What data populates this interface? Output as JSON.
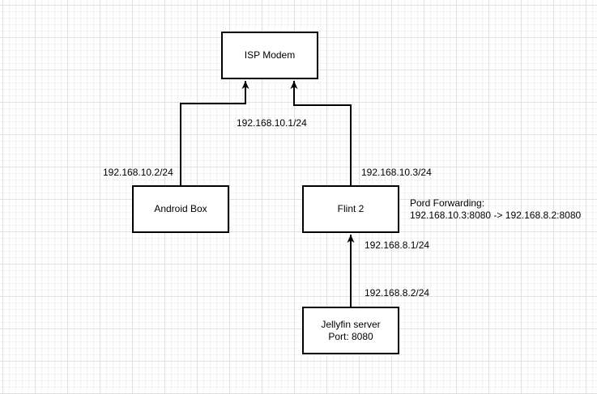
{
  "diagram": {
    "nodes": {
      "isp_modem": {
        "label": "ISP Modem"
      },
      "android_box": {
        "label": "Android Box"
      },
      "flint2": {
        "label": "Flint 2"
      },
      "jellyfin": {
        "label": "Jellyfin server",
        "sublabel": "Port: 8080"
      }
    },
    "edge_labels": {
      "modem_lan": "192.168.10.1/24",
      "android_wan": "192.168.10.2/24",
      "flint_wan": "192.168.10.3/24",
      "flint_lan": "192.168.8.1/24",
      "jellyfin_ip": "192.168.8.2/24"
    },
    "annotations": {
      "port_forwarding_title": "Pord Forwarding:",
      "port_forwarding_rule": "192.168.10.3:8080 -> 192.168.8.2:8080"
    },
    "colors": {
      "canvas_bg": "#ffffff",
      "grid_minor": "#f3f3f3",
      "grid_major": "#e0e0e0",
      "node_fill": "#ffffff",
      "node_border": "#000000",
      "edge_stroke": "#000000",
      "text": "#000000"
    }
  }
}
